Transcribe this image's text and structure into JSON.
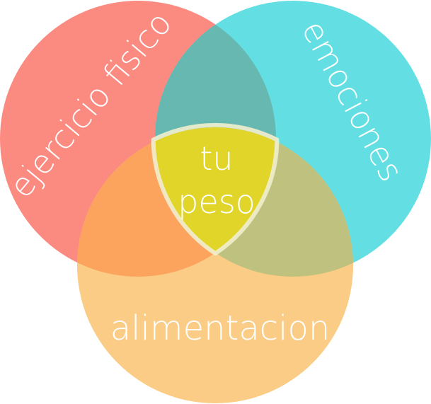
{
  "diagram": {
    "sets": [
      {
        "id": "red",
        "label": "ejercicio fisico",
        "color": "#fb8a80"
      },
      {
        "id": "cyan",
        "label": "emociones",
        "color": "#63dfe3"
      },
      {
        "id": "orange",
        "label": "alimentacion",
        "color": "#fbcc85"
      }
    ],
    "center_lines": [
      "tu",
      "peso"
    ],
    "colors": {
      "overlap_red_cyan": "#66b8b1",
      "overlap_red_orange": "#fca35e",
      "overlap_cyan_orange": "#bec27e",
      "center_fill": "#e1d52a",
      "center_outline": "#f1eecd",
      "text": "#ffffff"
    }
  }
}
